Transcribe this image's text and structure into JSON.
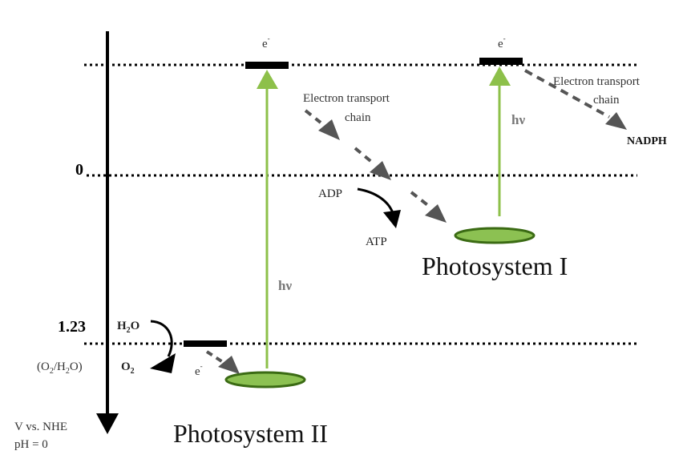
{
  "title": "Z-scheme of photosynthesis (energy diagram)",
  "axis": {
    "label_line1": "V vs. NHE",
    "label_line2": "pH = 0",
    "tick_zero": "0",
    "tick_water": "1.23",
    "tick_water_note": "(O2/H2O)"
  },
  "psii": {
    "label": "Photosystem II",
    "excited_label": "e-",
    "ground_electron_label": "e-",
    "light_label": "hν",
    "water_in": "H2O",
    "oxygen_out": "O2"
  },
  "psi": {
    "label": "Photosystem I",
    "excited_label": "e-",
    "light_label": "hν",
    "etc_label_line1": "Electron transport",
    "etc_label_line2": "chain",
    "product": "NADPH"
  },
  "etc1": {
    "label_line1": "Electron transport",
    "label_line2": "chain",
    "adp": "ADP",
    "atp": "ATP"
  },
  "colors": {
    "green_light": "#8dc04a",
    "green_fill": "#8cc152",
    "green_outline": "#3b6b14",
    "arrow_gray": "#555555",
    "black": "#000000",
    "hv_gray": "#777777"
  }
}
